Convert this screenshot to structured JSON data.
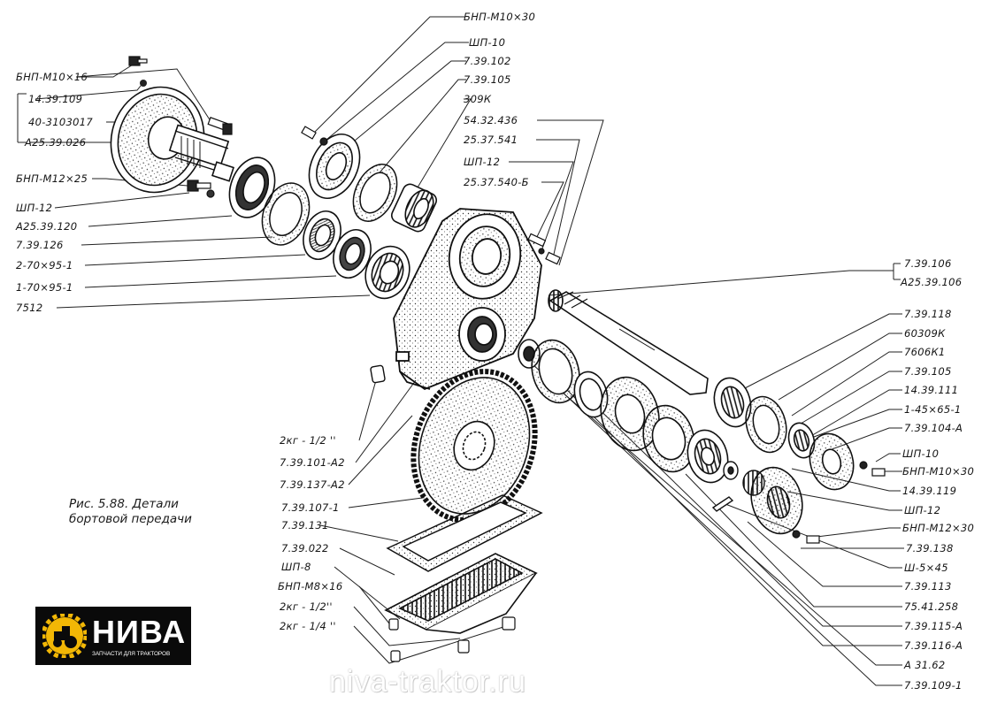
{
  "caption": {
    "line1": "Рис. 5.88. Детали",
    "line2": "бортовой передачи"
  },
  "labels": {
    "bnp_m10x30_top": "БНП-М10×30",
    "shp10_top": "ШП-10",
    "p7_39_102": "7.39.102",
    "p7_39_105_top": "7.39.105",
    "p309k": "309К",
    "p54_32_436": "54.32.436",
    "p25_37_541": "25.37.541",
    "shp12_mid": "ШП-12",
    "p25_37_540b": "25.37.540-Б",
    "bnp_m10x16": "БНП-М10×16",
    "p14_39_109": "14.39.109",
    "p40_3103017": "40-3103017",
    "pa25_39_026": "А25.39.026",
    "bnp_m12x25": "БНП-М12×25",
    "shp12_left": "ШП-12",
    "pa25_39_120": "А25.39.120",
    "p7_39_126": "7.39.126",
    "p2_70x95_1": "2-70×95-1",
    "p1_70x95_1": "1-70×95-1",
    "p7512": "7512",
    "p7_39_106": "7.39.106",
    "pa25_39_106": "А25.39.106",
    "p7_39_118": "7.39.118",
    "p60309k": "60309К",
    "p7606k1": "7606К1",
    "p7_39_105_right": "7.39.105",
    "p14_39_111": "14.39.111",
    "p1_45x65_1": "1-45×65-1",
    "p7_39_104a": "7.39.104-А",
    "shp10_right": "ШП-10",
    "bnp_m10x30_right": "БНП-М10×30",
    "p14_39_119": "14.39.119",
    "shp12_right": "ШП-12",
    "bnp_m12x30": "БНП-М12×30",
    "p7_39_138": "7.39.138",
    "sh5x45": "Ш-5×45",
    "p7_39_113": "7.39.113",
    "p75_41_258": "75.41.258",
    "p7_39_115a": "7.39.115-А",
    "p7_39_116a": "7.39.116-А",
    "pa31_62": "А 31.62",
    "p7_39_109_1": "7.39.109-1",
    "p2kg_half_mid": "2кг - 1/2 ''",
    "p7_39_101_a2": "7.39.101-А2",
    "p7_39_137_a2": "7.39.137-А2",
    "p7_39_107_1": "7.39.107-1",
    "p7_39_131": "7.39.131",
    "p7_39_022": "7.39.022",
    "shp8": "ШП-8",
    "bnp_m8x16": "БНП-М8×16",
    "p2kg_half_low": "2кг - 1/2''",
    "p2kg_quarter": "2кг - 1/4 ''"
  },
  "logo": {
    "name": "НИВА",
    "subtitle": "ЗАПЧАСТИ ДЛЯ ТРАКТОРОВ"
  },
  "watermark": "niva-traktor.ru"
}
